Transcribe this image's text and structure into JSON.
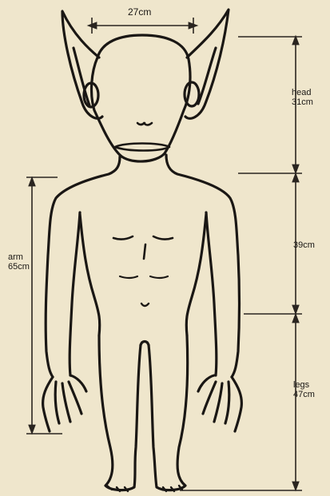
{
  "measurements": {
    "head_width": "27cm",
    "head": {
      "name": "head",
      "value": "31cm"
    },
    "torso": {
      "value": "39cm"
    },
    "arm": {
      "name": "arm",
      "value": "65cm"
    },
    "legs": {
      "name": "legs",
      "value": "47cm"
    }
  },
  "colors": {
    "paper": "#efe6cc",
    "ink": "#1a1714",
    "lines": "#2a2520"
  }
}
